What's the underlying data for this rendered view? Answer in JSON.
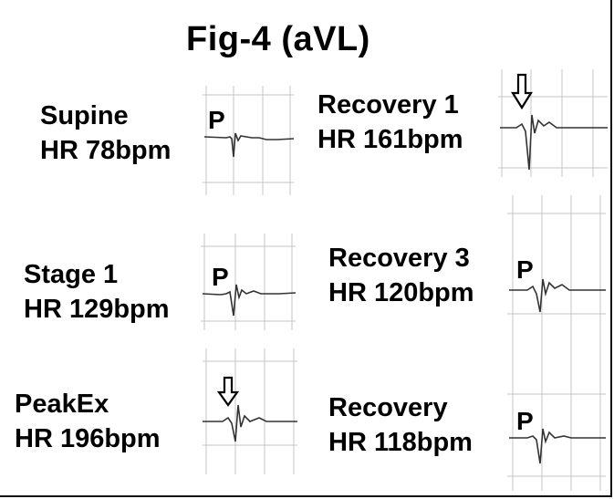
{
  "figure": {
    "title": "Fig-4 (aVL)"
  },
  "panels": [
    {
      "id": "supine",
      "name": "Supine",
      "hr": "HR 78bpm",
      "p_label": "P",
      "arrow": false
    },
    {
      "id": "stage1",
      "name": "Stage 1",
      "hr": "HR 129bpm",
      "p_label": "P",
      "arrow": false
    },
    {
      "id": "peakex",
      "name": "PeakEx",
      "hr": "HR 196bpm",
      "p_label": "",
      "arrow": true
    },
    {
      "id": "recovery1",
      "name": "Recovery 1",
      "hr": "HR 161bpm",
      "p_label": "",
      "arrow": true
    },
    {
      "id": "recovery3",
      "name": "Recovery 3",
      "hr": "HR 120bpm",
      "p_label": "P",
      "arrow": false
    },
    {
      "id": "recovery",
      "name": "Recovery",
      "hr": "HR 118bpm",
      "p_label": "P",
      "arrow": false
    }
  ],
  "colors": {
    "grid": "#bfbfbf",
    "trace": "#333333",
    "arrow": "#000000"
  },
  "icons": {
    "arrow": "down-arrow-icon"
  }
}
